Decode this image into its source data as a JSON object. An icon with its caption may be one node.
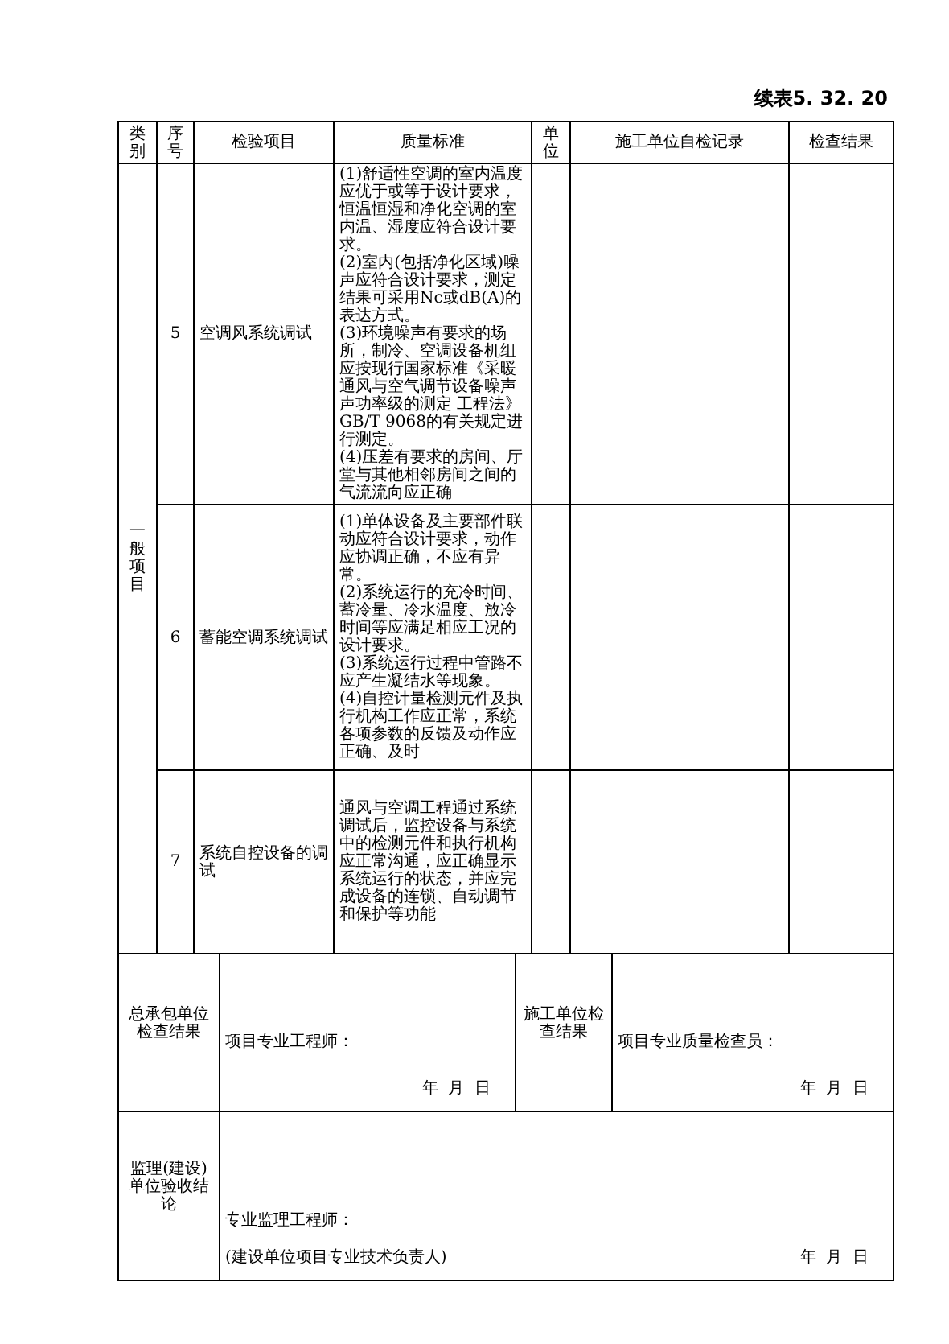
{
  "diagram": {
    "title": "续表5. 32. 20",
    "labels": [
      "类别",
      "序号",
      "检验项目",
      "质量标准",
      "单位",
      "施工单位自检记录",
      "检查结果",
      "一般项目",
      "5",
      "空调风系统调试",
      "(1)舒适性空调的室内温度应优于或等于设计要求，恒温恒湿和净化空调的室内温、湿度应符合设计要求。",
      "(2)室内(包括净化区域)噪声应符合设计要求，测定结果可采用Nc或dB(A)的表达方式。",
      "(3)环境噪声有要求的场所，制冷、空调设备机组应按现行国家标准《采暖通风与空气调节设备噪声声功率级的测定 工程法》GB/T 9068的有关规定进行测定。",
      "(4)压差有要求的房间、厅堂与其他相邻房间之间的气流流向应正确",
      "6",
      "蓄能空调系统调试",
      "(1)单体设备及主要部件联动应符合设计要求，动作应协调正确，不应有异常。",
      "(2)系统运行的充冷时间、蓄冷量、冷水温度、放冷时间等应满足相应工况的设计要求。",
      "(3)系统运行过程中管路不应产生凝结水等现象。",
      "(4)自控计量检测元件及执行机构工作应正常，系统各项参数的反馈及动作应正确、及时",
      "7",
      "系统自控设备的调试",
      "通风与空调工程通过系统调试后，监控设备与系统中的检测元件和执行机构应正常沟通，应正确显示系统运行的状态，并应完成设备的连锁、自动调节和保护等功能",
      "总承包单位检查结果",
      "项目专业工程师：",
      "年  月  日",
      "施工单位检查结果",
      "项目专业质量检查员：",
      "年  月  日",
      "监理(建设)单位验收结论",
      "专业监理工程师：",
      "(建设单位项目专业技术负责人)",
      "年  月  日"
    ]
  }
}
